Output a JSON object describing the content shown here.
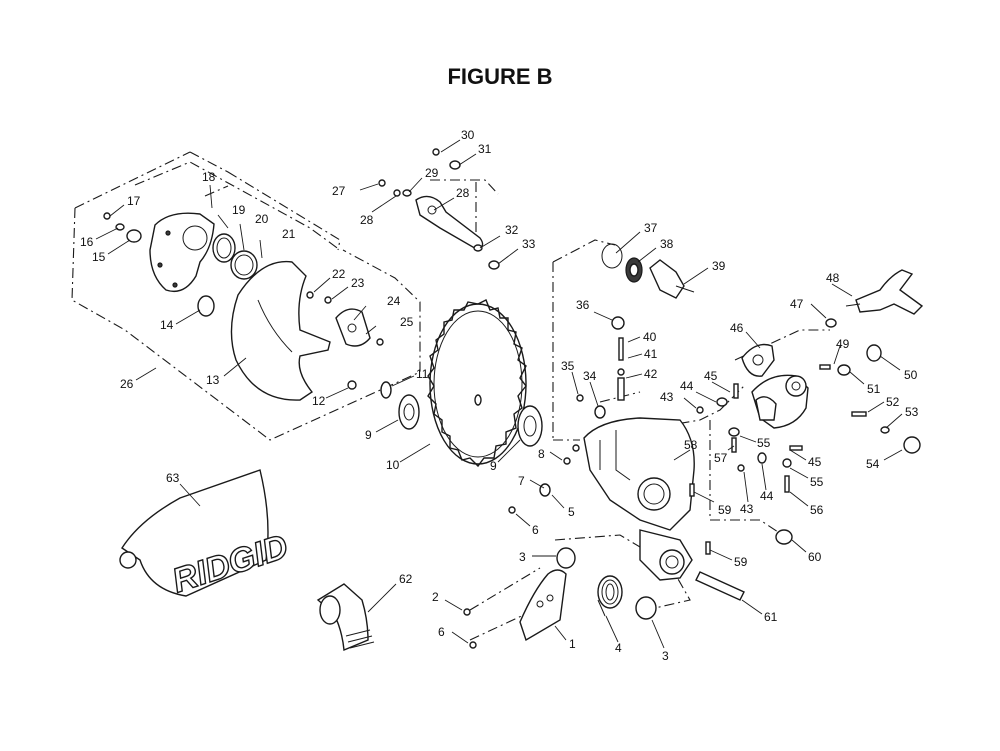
{
  "title": "FIGURE B",
  "brand_logo_text": "RIDGID",
  "callouts": {
    "c30": "30",
    "c31": "31",
    "c29": "29",
    "c27": "27",
    "c28a": "28",
    "c28b": "28",
    "c32": "32",
    "c33": "33",
    "c18": "18",
    "c17": "17",
    "c19": "19",
    "c20": "20",
    "c16": "16",
    "c15": "15",
    "c21": "21",
    "c22": "22",
    "c23": "23",
    "c24": "24",
    "c25": "25",
    "c14": "14",
    "c13": "13",
    "c26": "26",
    "c12": "12",
    "c11": "11",
    "c9a": "9",
    "c9b": "9",
    "c10": "10",
    "c37": "37",
    "c38": "38",
    "c39": "39",
    "c36": "36",
    "c40": "40",
    "c41": "41",
    "c42": "42",
    "c35": "35",
    "c34": "34",
    "c8": "8",
    "c7": "7",
    "c5": "5",
    "c6a": "6",
    "c6b": "6",
    "c3a": "3",
    "c3b": "3",
    "c2": "2",
    "c1": "1",
    "c4": "4",
    "c48": "48",
    "c47": "47",
    "c46": "46",
    "c49": "49",
    "c50": "50",
    "c51": "51",
    "c45a": "45",
    "c45b": "45",
    "c44a": "44",
    "c44b": "44",
    "c43a": "43",
    "c43b": "43",
    "c52": "52",
    "c53": "53",
    "c54": "54",
    "c55a": "55",
    "c55b": "55",
    "c57": "57",
    "c56": "56",
    "c58": "58",
    "c59a": "59",
    "c59b": "59",
    "c60": "60",
    "c61": "61",
    "c62": "62",
    "c63": "63"
  }
}
